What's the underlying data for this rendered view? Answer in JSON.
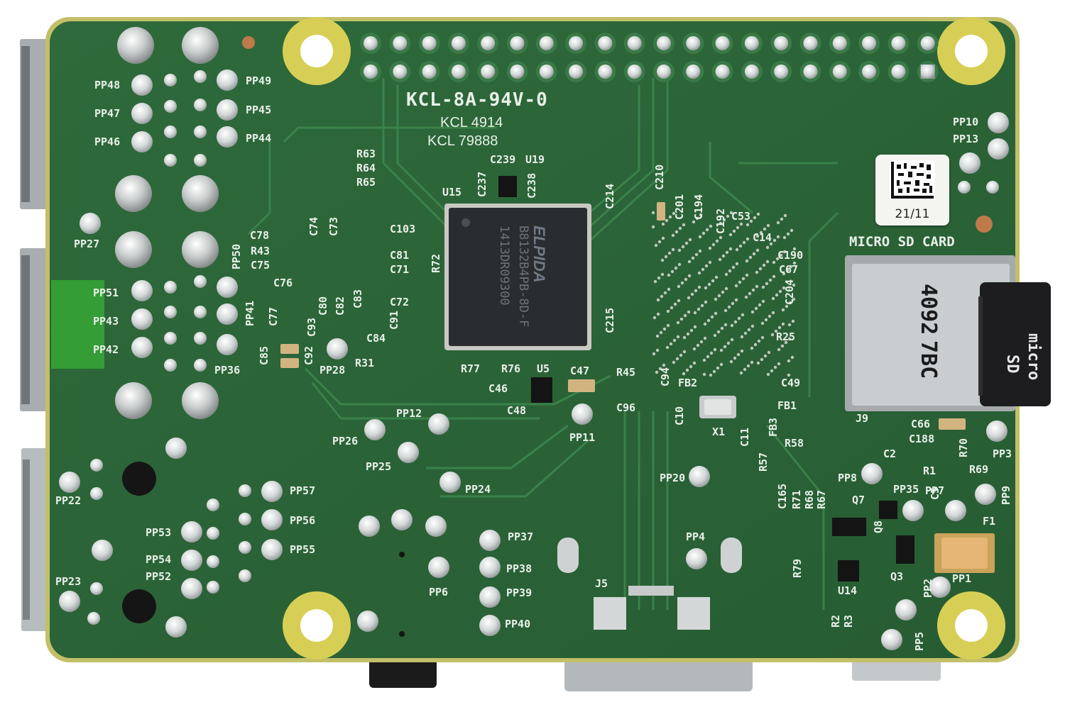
{
  "board": {
    "ul_mark": "KCL-8A-94V-0",
    "codes": [
      "KCL 4914",
      "KCL 79888"
    ],
    "chip": {
      "brand": "ELPIDA",
      "part": "B8132B4PB-8D-F",
      "lot": "1413DR09300"
    },
    "date_sticker": "21/11",
    "sd_card_label": "MICRO SD CARD",
    "sd_card_text": [
      "4092",
      "7BC",
      "micro",
      "SD"
    ]
  },
  "silkscreen": [
    {
      "id": "pp48",
      "text": "PP48"
    },
    {
      "id": "pp47",
      "text": "PP47"
    },
    {
      "id": "pp46",
      "text": "PP46"
    },
    {
      "id": "pp49",
      "text": "PP49"
    },
    {
      "id": "pp45",
      "text": "PP45"
    },
    {
      "id": "pp44",
      "text": "PP44"
    },
    {
      "id": "pp27",
      "text": "PP27"
    },
    {
      "id": "pp50",
      "text": "PP50"
    },
    {
      "id": "pp51",
      "text": "PP51"
    },
    {
      "id": "pp43",
      "text": "PP43"
    },
    {
      "id": "pp42",
      "text": "PP42"
    },
    {
      "id": "pp41",
      "text": "PP41"
    },
    {
      "id": "pp36",
      "text": "PP36"
    },
    {
      "id": "pp22",
      "text": "PP22"
    },
    {
      "id": "pp23",
      "text": "PP23"
    },
    {
      "id": "pp53",
      "text": "PP53"
    },
    {
      "id": "pp54",
      "text": "PP54"
    },
    {
      "id": "pp52",
      "text": "PP52"
    },
    {
      "id": "pp57",
      "text": "PP57"
    },
    {
      "id": "pp56",
      "text": "PP56"
    },
    {
      "id": "pp55",
      "text": "PP55"
    },
    {
      "id": "pp26",
      "text": "PP26"
    },
    {
      "id": "pp25",
      "text": "PP25"
    },
    {
      "id": "pp12",
      "text": "PP12"
    },
    {
      "id": "pp24",
      "text": "PP24"
    },
    {
      "id": "pp6",
      "text": "PP6"
    },
    {
      "id": "pp37",
      "text": "PP37"
    },
    {
      "id": "pp38",
      "text": "PP38"
    },
    {
      "id": "pp39",
      "text": "PP39"
    },
    {
      "id": "pp40",
      "text": "PP40"
    },
    {
      "id": "pp28",
      "text": "PP28"
    },
    {
      "id": "pp11",
      "text": "PP11"
    },
    {
      "id": "pp20",
      "text": "PP20"
    },
    {
      "id": "pp4",
      "text": "PP4"
    },
    {
      "id": "pp10",
      "text": "PP10"
    },
    {
      "id": "pp13",
      "text": "PP13"
    },
    {
      "id": "pp3",
      "text": "PP3"
    },
    {
      "id": "pp8",
      "text": "PP8"
    },
    {
      "id": "pp35",
      "text": "PP35"
    },
    {
      "id": "pp7",
      "text": "PP7"
    },
    {
      "id": "pp9",
      "text": "PP9"
    },
    {
      "id": "pp1",
      "text": "PP1"
    },
    {
      "id": "pp2",
      "text": "PP2"
    },
    {
      "id": "pp5",
      "text": "PP5"
    },
    {
      "id": "r63",
      "text": "R63"
    },
    {
      "id": "r64",
      "text": "R64"
    },
    {
      "id": "r65",
      "text": "R65"
    },
    {
      "id": "c239",
      "text": "C239"
    },
    {
      "id": "u19",
      "text": "U19"
    },
    {
      "id": "u15",
      "text": "U15"
    },
    {
      "id": "c237",
      "text": "C237"
    },
    {
      "id": "c238",
      "text": "C238"
    },
    {
      "id": "c214",
      "text": "C214"
    },
    {
      "id": "c210",
      "text": "C210"
    },
    {
      "id": "c201",
      "text": "C201"
    },
    {
      "id": "c194",
      "text": "C194"
    },
    {
      "id": "c192",
      "text": "C192"
    },
    {
      "id": "c53",
      "text": "C53"
    },
    {
      "id": "c14",
      "text": "C14"
    },
    {
      "id": "c190",
      "text": "C190"
    },
    {
      "id": "c67",
      "text": "C67"
    },
    {
      "id": "c204",
      "text": "C204"
    },
    {
      "id": "r25",
      "text": "R25"
    },
    {
      "id": "c49",
      "text": "C49"
    },
    {
      "id": "fb1",
      "text": "FB1"
    },
    {
      "id": "fb2",
      "text": "FB2"
    },
    {
      "id": "fb3",
      "text": "FB3"
    },
    {
      "id": "c94",
      "text": "C94"
    },
    {
      "id": "c10",
      "text": "C10"
    },
    {
      "id": "x1",
      "text": "X1"
    },
    {
      "id": "c11",
      "text": "C11"
    },
    {
      "id": "r57",
      "text": "R57"
    },
    {
      "id": "r58",
      "text": "R58"
    },
    {
      "id": "c78",
      "text": "C78"
    },
    {
      "id": "c74",
      "text": "C74"
    },
    {
      "id": "c73",
      "text": "C73"
    },
    {
      "id": "c103",
      "text": "C103"
    },
    {
      "id": "r43",
      "text": "R43"
    },
    {
      "id": "c75",
      "text": "C75"
    },
    {
      "id": "c81",
      "text": "C81"
    },
    {
      "id": "c71",
      "text": "C71"
    },
    {
      "id": "r72",
      "text": "R72"
    },
    {
      "id": "c76",
      "text": "C76"
    },
    {
      "id": "c80",
      "text": "C80"
    },
    {
      "id": "c82",
      "text": "C82"
    },
    {
      "id": "c83",
      "text": "C83"
    },
    {
      "id": "c72",
      "text": "C72"
    },
    {
      "id": "c91",
      "text": "C91"
    },
    {
      "id": "c77",
      "text": "C77"
    },
    {
      "id": "c93",
      "text": "C93"
    },
    {
      "id": "c84",
      "text": "C84"
    },
    {
      "id": "c85",
      "text": "C85"
    },
    {
      "id": "c92",
      "text": "C92"
    },
    {
      "id": "r31",
      "text": "R31"
    },
    {
      "id": "r77",
      "text": "R77"
    },
    {
      "id": "r76",
      "text": "R76"
    },
    {
      "id": "u5",
      "text": "U5"
    },
    {
      "id": "c47",
      "text": "C47"
    },
    {
      "id": "r45",
      "text": "R45"
    },
    {
      "id": "c46",
      "text": "C46"
    },
    {
      "id": "c48",
      "text": "C48"
    },
    {
      "id": "c96",
      "text": "C96"
    },
    {
      "id": "c215",
      "text": "C215"
    },
    {
      "id": "j5",
      "text": "J5"
    },
    {
      "id": "j9",
      "text": "J9"
    },
    {
      "id": "c66",
      "text": "C66"
    },
    {
      "id": "c188",
      "text": "C188"
    },
    {
      "id": "r70",
      "text": "R70"
    },
    {
      "id": "c2",
      "text": "C2"
    },
    {
      "id": "r1",
      "text": "R1"
    },
    {
      "id": "r69",
      "text": "R69"
    },
    {
      "id": "q7",
      "text": "Q7"
    },
    {
      "id": "c5",
      "text": "C5"
    },
    {
      "id": "q8",
      "text": "Q8"
    },
    {
      "id": "f1",
      "text": "F1"
    },
    {
      "id": "c165",
      "text": "C165"
    },
    {
      "id": "r71",
      "text": "R71"
    },
    {
      "id": "r68",
      "text": "R68"
    },
    {
      "id": "r67",
      "text": "R67"
    },
    {
      "id": "r79",
      "text": "R79"
    },
    {
      "id": "q3",
      "text": "Q3"
    },
    {
      "id": "u14",
      "text": "U14"
    },
    {
      "id": "r2",
      "text": "R2"
    },
    {
      "id": "r3",
      "text": "R3"
    }
  ],
  "colors": {
    "pcb": "#2f6b3c",
    "pcb_dark": "#245a31",
    "edge": "#c9c26a",
    "mount_ring": "#d7cf55",
    "silver": "#d9dcdc",
    "chip": "#2a2d30"
  }
}
